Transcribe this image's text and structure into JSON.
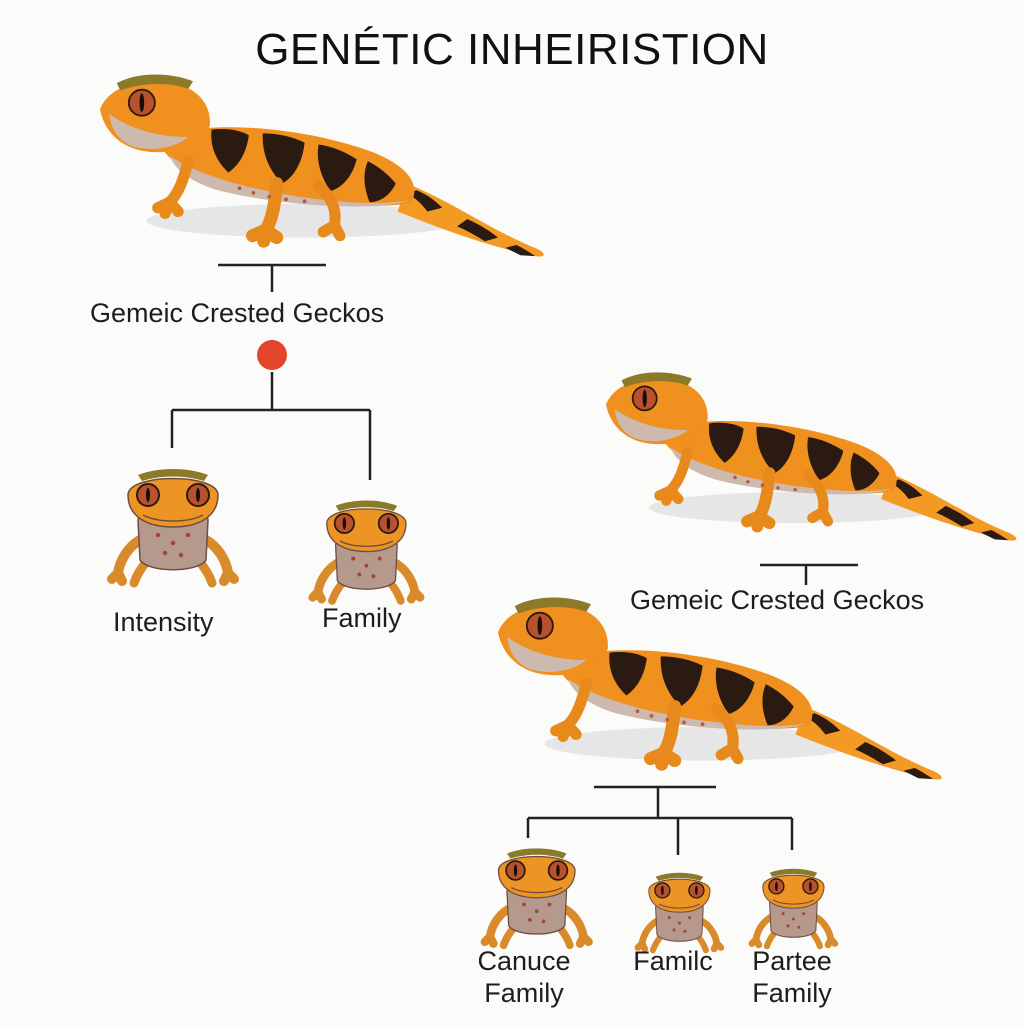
{
  "title": "GENÉTIC INHEIRISTION",
  "colors": {
    "orange": "#f0901e",
    "dark": "#2a1a12",
    "belly": "#c9b4aa",
    "skin_spots": "#b35a3e",
    "tree_line": "#222222",
    "node_dot": "#e2452c",
    "shadow": "#e4e4e4"
  },
  "groups": [
    {
      "parent_label": "Gemeic Crested Geckos",
      "children": [
        {
          "label": "Intensity"
        },
        {
          "label": "Family"
        }
      ]
    },
    {
      "parent_label": "Gemeic Crested Geckos",
      "children": []
    },
    {
      "parent_label": "",
      "children": [
        {
          "label_line1": "Canuce",
          "label_line2": "Family"
        },
        {
          "label_line1": "Familc",
          "label_line2": ""
        },
        {
          "label_line1": "Partee",
          "label_line2": "Family"
        }
      ]
    }
  ]
}
